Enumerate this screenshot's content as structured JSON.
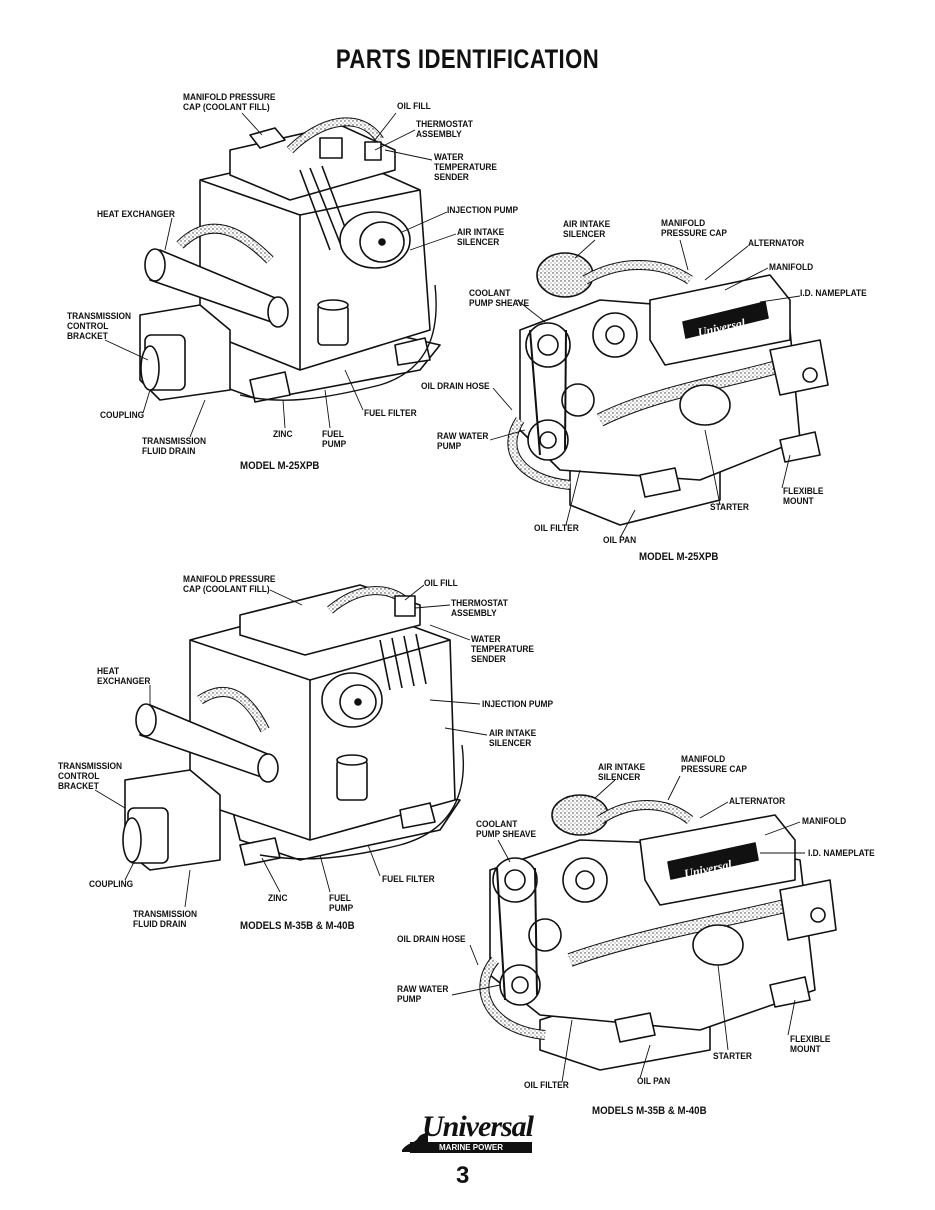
{
  "page": {
    "title": "PARTS IDENTIFICATION",
    "page_number": "3",
    "logo": {
      "brand": "Universal",
      "tagline": "MARINE POWER",
      "engine_plate": "Universal"
    }
  },
  "diagrams": [
    {
      "model": "MODEL M-25XPB",
      "labels": {
        "manifold_pressure_cap": "MANIFOLD PRESSURE\nCAP (COOLANT FILL)",
        "oil_fill": "OIL FILL",
        "thermostat_assembly": "THERMOSTAT\nASSEMBLY",
        "water_temperature_sender": "WATER\nTEMPERATURE\nSENDER",
        "heat_exchanger": "HEAT EXCHANGER",
        "injection_pump": "INJECTION PUMP",
        "air_intake_silencer": "AIR INTAKE\nSILENCER",
        "transmission_control_bracket": "TRANSMISSION\nCONTROL\nBRACKET",
        "coupling": "COUPLING",
        "transmission_fluid_drain": "TRANSMISSION\nFLUID DRAIN",
        "zinc": "ZINC",
        "fuel_pump": "FUEL\nPUMP",
        "fuel_filter": "FUEL FILTER"
      }
    },
    {
      "model": "MODEL M-25XPB",
      "labels": {
        "air_intake_silencer": "AIR INTAKE\nSILENCER",
        "manifold_pressure_cap": "MANIFOLD\nPRESSURE CAP",
        "alternator": "ALTERNATOR",
        "manifold": "MANIFOLD",
        "id_nameplate": "I.D. NAMEPLATE",
        "coolant_pump_sheave": "COOLANT\nPUMP SHEAVE",
        "oil_drain_hose": "OIL DRAIN HOSE",
        "raw_water_pump": "RAW WATER\nPUMP",
        "flexible_mount": "FLEXIBLE\nMOUNT",
        "starter": "STARTER",
        "oil_filter": "OIL FILTER",
        "oil_pan": "OIL PAN"
      }
    },
    {
      "model": "MODELS M-35B & M-40B",
      "labels": {
        "manifold_pressure_cap": "MANIFOLD PRESSURE\nCAP (COOLANT FILL)",
        "oil_fill": "OIL FILL",
        "thermostat_assembly": "THERMOSTAT\nASSEMBLY",
        "water_temperature_sender": "WATER\nTEMPERATURE\nSENDER",
        "heat_exchanger": "HEAT\nEXCHANGER",
        "injection_pump": "INJECTION PUMP",
        "air_intake_silencer": "AIR INTAKE\nSILENCER",
        "transmission_control_bracket": "TRANSMISSION\nCONTROL\nBRACKET",
        "coupling": "COUPLING",
        "transmission_fluid_drain": "TRANSMISSION\nFLUID DRAIN",
        "zinc": "ZINC",
        "fuel_pump": "FUEL\nPUMP",
        "fuel_filter": "FUEL FILTER"
      }
    },
    {
      "model": "MODELS M-35B & M-40B",
      "labels": {
        "air_intake_silencer": "AIR INTAKE\nSILENCER",
        "manifold_pressure_cap": "MANIFOLD\nPRESSURE CAP",
        "alternator": "ALTERNATOR",
        "manifold": "MANIFOLD",
        "id_nameplate": "I.D. NAMEPLATE",
        "coolant_pump_sheave": "COOLANT\nPUMP SHEAVE",
        "oil_drain_hose": "OIL DRAIN HOSE",
        "raw_water_pump": "RAW WATER\nPUMP",
        "flexible_mount": "FLEXIBLE\nMOUNT",
        "starter": "STARTER",
        "oil_filter": "OIL FILTER",
        "oil_pan": "OIL PAN"
      }
    }
  ]
}
